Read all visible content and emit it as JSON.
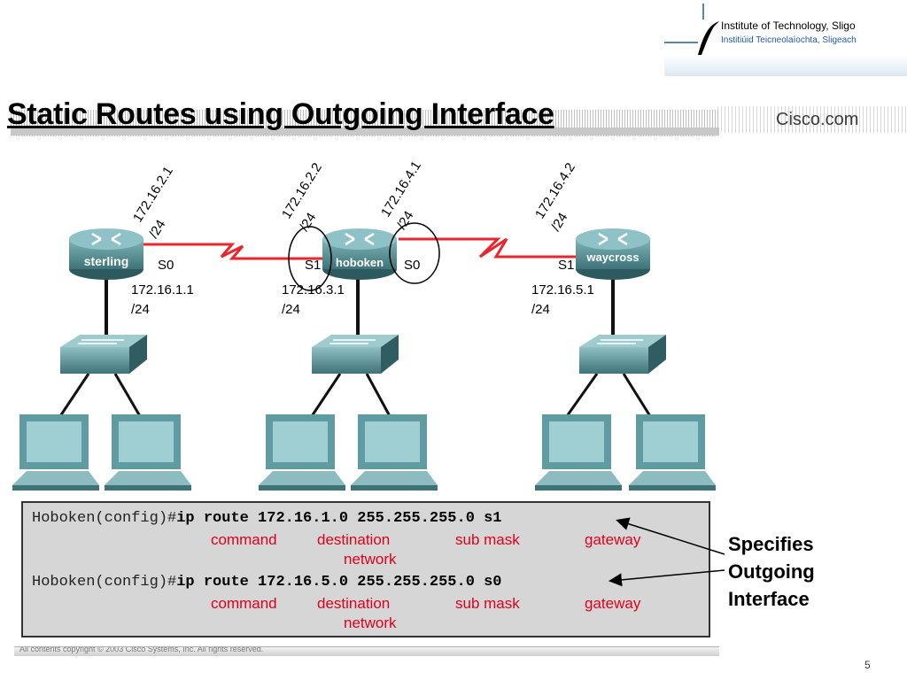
{
  "logo": {
    "line1": "Institute of Technology, Sligo",
    "line2": "Institiúid Teicneolaíochta, Sligeach"
  },
  "title": "Static Routes using Outgoing Interface",
  "brand": "Cisco.com",
  "routers": [
    {
      "name": "sterling",
      "top_ip": "172.16.2.1",
      "top_mask": "/24",
      "iface": "S0",
      "lan_ip": "172.16.1.1",
      "lan_mask": "/24"
    },
    {
      "name": "hoboken",
      "left_ip": "172.16.2.2",
      "left_mask": "/24",
      "left_iface": "S1",
      "right_ip": "172.16.4.1",
      "right_mask": "/24",
      "right_iface": "S0",
      "lan_ip": "172.16.3.1",
      "lan_mask": "/24"
    },
    {
      "name": "waycross",
      "top_ip": "172.16.4.2",
      "top_mask": "/24",
      "iface": "S1",
      "lan_ip": "172.16.5.1",
      "lan_mask": "/24"
    }
  ],
  "commands": [
    {
      "prompt": "Hoboken(config)#",
      "cmd": "ip route 172.16.1.0 255.255.255.0 s1"
    },
    {
      "prompt": "Hoboken(config)#",
      "cmd": "ip route 172.16.5.0 255.255.255.0 s0"
    }
  ],
  "labels": {
    "command": "command",
    "destination": "destination",
    "network": "network",
    "submask": "sub mask",
    "gateway": "gateway"
  },
  "annotation": [
    "Specifies",
    "Outgoing",
    "Interface"
  ],
  "footer": "All contents copyright © 2003 Cisco Systems, Inc. All rights reserved.",
  "page_number": "5",
  "colors": {
    "serial_link": "#e8262c",
    "router": "#4f8c92",
    "command_red": "#e0001b"
  }
}
